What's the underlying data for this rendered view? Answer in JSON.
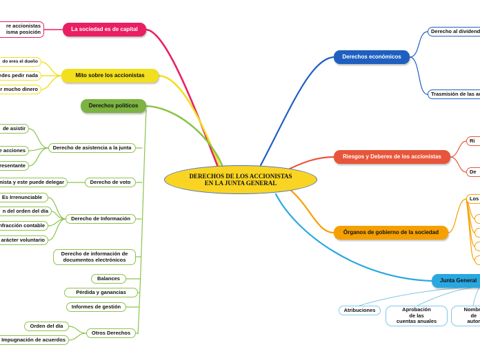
{
  "center": {
    "line1": "DERECHOS DE LOS ACCIONISTAS",
    "line2": "EN LA JUNTA GENERAL"
  },
  "colors": {
    "pink": "#e91e63",
    "yellow": "#f2df1d",
    "green": "#8bc34a",
    "blue": "#1f5fbf",
    "red": "#e8553a",
    "orange": "#f5a000",
    "cyan": "#29a8e0"
  },
  "left": {
    "capital": {
      "label": "La sociedad es de capital",
      "leaf": {
        "line1": "re accionistas",
        "line2": "isma posición"
      }
    },
    "mito": {
      "label": "Mito sobre los accionistas",
      "leaves": [
        "do eres el dueño",
        "uedes pedir nada",
        "r mucho dinero"
      ]
    },
    "politicos": {
      "label": "Derechos políticos",
      "asistencia": {
        "label": "Derecho de asistencia a la junta",
        "leaves": [
          "de asistir",
          "e acciones",
          "resentante"
        ]
      },
      "voto": {
        "label": "Derecho de voto",
        "leaf": "nista y este puede delegar"
      },
      "informacion": {
        "label": "Derecho de Información",
        "leaves": [
          "Es Irrenunciable",
          "n del orden del día",
          "nfracción contable",
          "arácter voluntario"
        ]
      },
      "electronicos": {
        "line1": "Derecho de información de",
        "line2": "documentos electrónicos"
      },
      "balances": "Balances",
      "perdida": "Pérdida y ganancias",
      "informes": "Informes de gestión",
      "otros": {
        "label": "Otros Derechos",
        "leaves": [
          "Orden del día",
          "Impugnación de acuerdos"
        ]
      }
    }
  },
  "right": {
    "economicos": {
      "label": "Derechos económicos",
      "leaves": [
        "Derecho al dividend",
        "Trasmisión de las ac"
      ]
    },
    "riesgos": {
      "label": "Riesgos y Deberes de los accionistas",
      "leaves": [
        "Ri",
        "De"
      ]
    },
    "organos": {
      "label": "Órganos de gobierno de la sociedad",
      "leaf": "Los"
    },
    "junta": {
      "label": "Junta General",
      "atribuciones": "Atribuciones",
      "aprobacion": {
        "line1": "Aprobación",
        "line2": "de las",
        "line3": "cuentas anuales"
      },
      "nombra": {
        "line1": "Nombra",
        "line2": "de",
        "line3": "autor"
      }
    }
  }
}
